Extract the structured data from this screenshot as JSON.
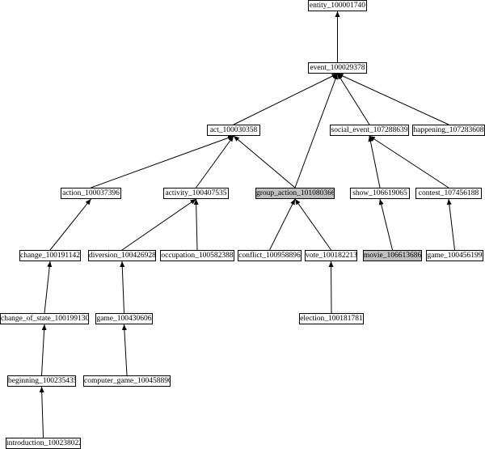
{
  "colors": {
    "highlight": "#c0c0c0",
    "box": "#ffffff",
    "edge": "#000000"
  },
  "nodes": {
    "entity": {
      "label": "entity_100001740",
      "highlighted": false
    },
    "event": {
      "label": "event_100029378",
      "highlighted": false
    },
    "act": {
      "label": "act_100030358",
      "highlighted": false
    },
    "social_event": {
      "label": "social_event_107288639",
      "highlighted": false
    },
    "happening": {
      "label": "happening_107283608",
      "highlighted": false
    },
    "action": {
      "label": "action_100037396",
      "highlighted": false
    },
    "activity": {
      "label": "activity_100407535",
      "highlighted": false
    },
    "group_action": {
      "label": "group_action_101080366",
      "highlighted": true
    },
    "show": {
      "label": "show_106619065",
      "highlighted": false
    },
    "contest": {
      "label": "contest_107456188",
      "highlighted": false
    },
    "change": {
      "label": "change_100191142",
      "highlighted": false
    },
    "diversion": {
      "label": "diversion_100426928",
      "highlighted": false
    },
    "occupation": {
      "label": "occupation_100582388",
      "highlighted": false
    },
    "conflict": {
      "label": "conflict_100958896",
      "highlighted": false
    },
    "vote": {
      "label": "vote_100182213",
      "highlighted": false
    },
    "movie": {
      "label": "movie_106613686",
      "highlighted": true
    },
    "game": {
      "label": "game_100456199",
      "highlighted": false
    },
    "change_of_state": {
      "label": "change_of_state_100199130",
      "highlighted": false
    },
    "game2": {
      "label": "game_100430606",
      "highlighted": false
    },
    "election": {
      "label": "election_100181781",
      "highlighted": false
    },
    "beginning": {
      "label": "beginning_100235435",
      "highlighted": false
    },
    "computer_game": {
      "label": "computer_game_100458890",
      "highlighted": false
    },
    "introduction": {
      "label": "introduction_100238022",
      "highlighted": false
    }
  },
  "edges": [
    [
      "event",
      "entity"
    ],
    [
      "act",
      "event"
    ],
    [
      "group_action",
      "event"
    ],
    [
      "social_event",
      "event"
    ],
    [
      "happening",
      "event"
    ],
    [
      "action",
      "act"
    ],
    [
      "activity",
      "act"
    ],
    [
      "group_action",
      "act"
    ],
    [
      "show",
      "social_event"
    ],
    [
      "contest",
      "social_event"
    ],
    [
      "change",
      "action"
    ],
    [
      "diversion",
      "activity"
    ],
    [
      "occupation",
      "activity"
    ],
    [
      "conflict",
      "group_action"
    ],
    [
      "vote",
      "group_action"
    ],
    [
      "movie",
      "show"
    ],
    [
      "game",
      "contest"
    ],
    [
      "change_of_state",
      "change"
    ],
    [
      "game2",
      "diversion"
    ],
    [
      "election",
      "vote"
    ],
    [
      "beginning",
      "change_of_state"
    ],
    [
      "computer_game",
      "game2"
    ],
    [
      "introduction",
      "beginning"
    ]
  ]
}
